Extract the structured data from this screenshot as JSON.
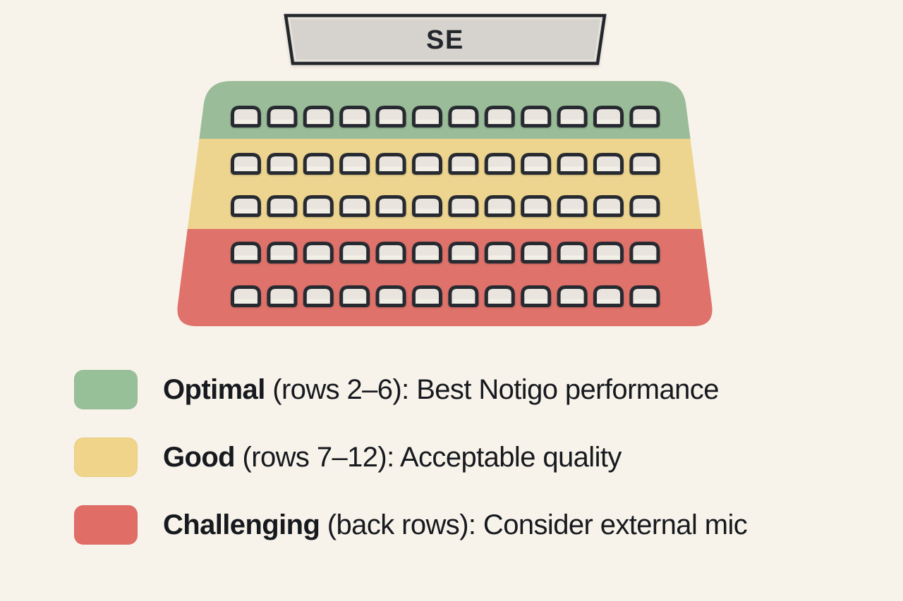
{
  "page": {
    "background": "#f8f3ea"
  },
  "stage": {
    "label": "SE",
    "fill": "#d6d3ce",
    "border_color": "#23262b",
    "inner_edge_color": "#f1ede5",
    "label_color": "#23262b"
  },
  "seat_map": {
    "type": "seat-map",
    "rows": 5,
    "seats_per_row": 12,
    "total_seats": 60,
    "seat_fill": "#e9e5de",
    "seat_highlight": "#f4f1ea",
    "seat_outline": "#272b31",
    "zones": [
      {
        "id": "optimal",
        "color": "#9abc98",
        "rows_in_diagram": 1
      },
      {
        "id": "good",
        "color": "#eed58f",
        "rows_in_diagram": 2
      },
      {
        "id": "challenging",
        "color": "#df726a",
        "rows_in_diagram": 2
      }
    ]
  },
  "legend": {
    "items": [
      {
        "id": "optimal",
        "swatch_color": "#98c098",
        "term": "Optimal",
        "description": " (rows 2–6): Best Notigo performance"
      },
      {
        "id": "good",
        "swatch_color": "#efd489",
        "term": "Good",
        "description": " (rows 7–12): Acceptable quality"
      },
      {
        "id": "challenging",
        "swatch_color": "#e06e67",
        "term": "Challenging",
        "description": " (back rows): Consider external mic"
      }
    ]
  }
}
